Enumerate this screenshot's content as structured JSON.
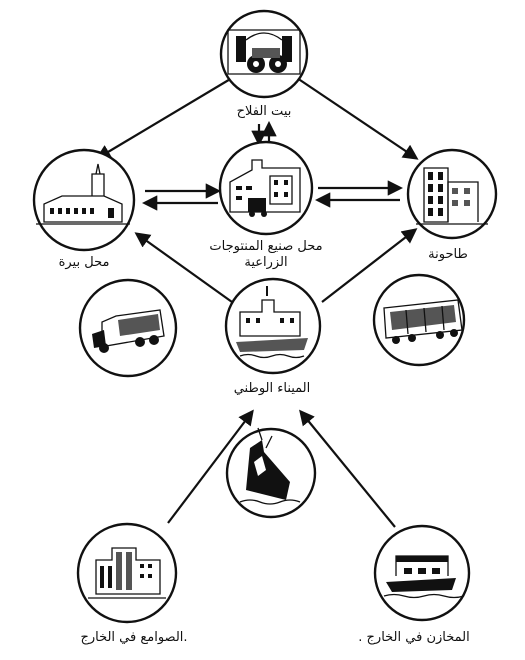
{
  "nodes": {
    "farmer_house": "بيت الفلاح",
    "processing_plant_line1": "محل صنيع المنتوجات",
    "processing_plant_line2": "الزراعية",
    "retail_store": "محل بيرة",
    "warehouse": "طاحونة",
    "national_port": "الميناء الوطني",
    "silos_abroad": ".الصوامع في الخارج",
    "stores_abroad": "المخازن في الخارج ."
  },
  "transport_icons": [
    "truck-icon",
    "freight-train-icon",
    "cargo-ship-icon"
  ],
  "colors": {
    "ink": "#111111",
    "background": "#ffffff"
  }
}
